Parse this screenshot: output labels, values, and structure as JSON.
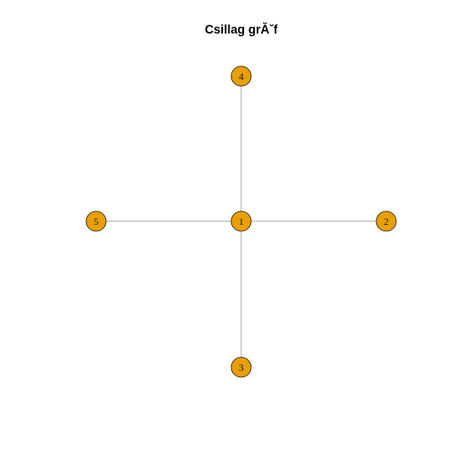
{
  "figure": {
    "title": "Csillag grĂˇf"
  },
  "graph": {
    "type": "star",
    "colors": {
      "node_fill": "#E89F00",
      "node_stroke": "#222222",
      "edge": "#AAAAAA",
      "background": "#FFFFFF"
    },
    "nodes": [
      {
        "id": "1",
        "label": "1"
      },
      {
        "id": "2",
        "label": "2"
      },
      {
        "id": "3",
        "label": "3"
      },
      {
        "id": "4",
        "label": "4"
      },
      {
        "id": "5",
        "label": "5"
      }
    ],
    "edges": [
      {
        "source": "1",
        "target": "2"
      },
      {
        "source": "1",
        "target": "3"
      },
      {
        "source": "1",
        "target": "4"
      },
      {
        "source": "1",
        "target": "5"
      }
    ]
  }
}
